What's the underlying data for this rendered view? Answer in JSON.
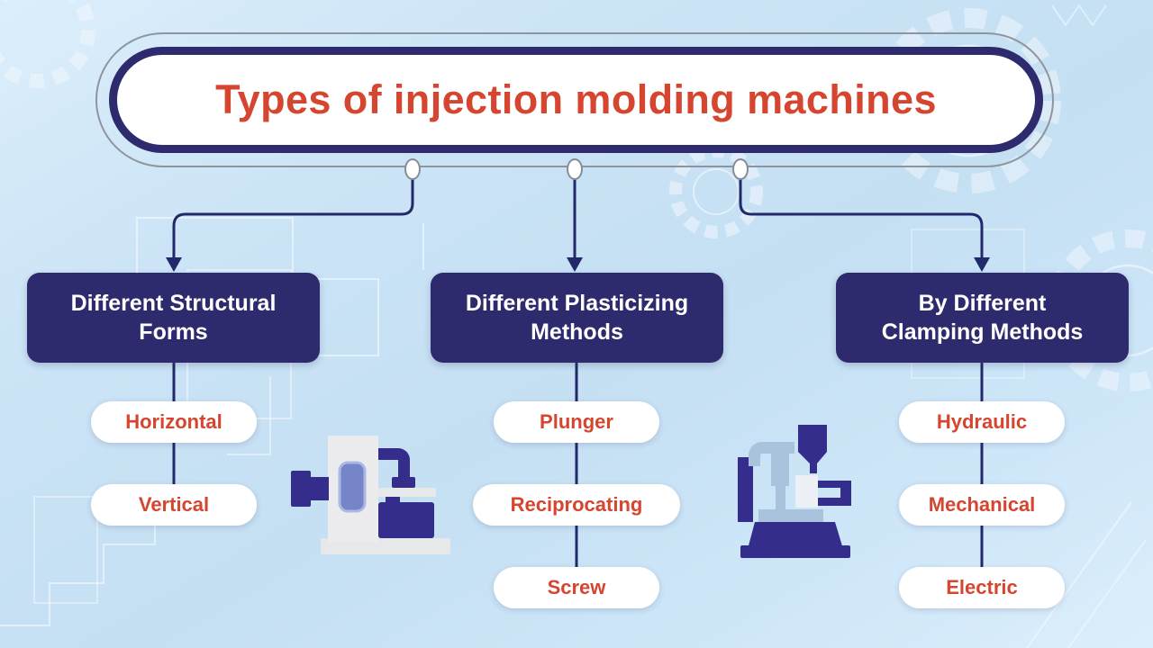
{
  "title": "Types of injection molding machines",
  "colors": {
    "accent_red": "#d5452f",
    "navy": "#2d2a6e",
    "connector_navy": "#22296b",
    "background_blue": "#c9e2f5",
    "machine_navy": "#342d8c",
    "machine_window_blue": "#7585c8",
    "machine_body_gray": "#e9e9e9",
    "machine_light_blue": "#a9c3dd",
    "outline_gray": "#8f959e"
  },
  "branches": [
    {
      "id": "structural-forms",
      "label": "Different Structural Forms",
      "lines": [
        "Different Structural",
        "Forms"
      ],
      "items": [
        "Horizontal",
        "Vertical"
      ]
    },
    {
      "id": "plasticizing-methods",
      "label": "Different Plasticizing Methods",
      "lines": [
        "Different Plasticizing",
        "Methods"
      ],
      "items": [
        "Plunger",
        "Reciprocating",
        "Screw"
      ]
    },
    {
      "id": "clamping-methods",
      "label": "By Different Clamping Methods",
      "lines": [
        "By Different",
        "Clamping Methods"
      ],
      "items": [
        "Hydraulic",
        "Mechanical",
        "Electric"
      ]
    }
  ],
  "illustrations": [
    {
      "name": "horizontal-injection-molding-machine"
    },
    {
      "name": "vertical-injection-molding-machine"
    }
  ]
}
